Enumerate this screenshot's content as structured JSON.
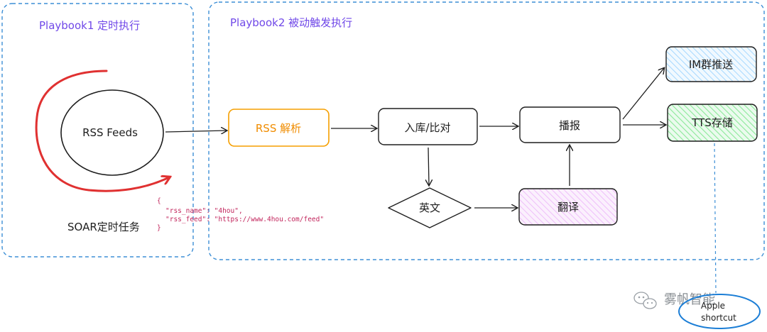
{
  "panels": {
    "playbook1": {
      "title": "Playbook1 定时执行"
    },
    "playbook2": {
      "title": "Playbook2 被动触发执行"
    }
  },
  "nodes": {
    "rss_feeds": "RSS Feeds",
    "soar_task": "SOAR定时任务",
    "rss_parse": "RSS 解析",
    "store_compare": "入库/比对",
    "broadcast": "播报",
    "english": "英文",
    "translate": "翻译",
    "im_push": "IM群推送",
    "tts_store": "TTS存储",
    "apple_shortcut_line1": "Apple",
    "apple_shortcut_line2": "shortcut"
  },
  "json_snippet": {
    "open": "{",
    "line1_key": "\"rss_name\":",
    "line1_value": " \"4hou\",",
    "line2_key": "\"rss_feed\":",
    "line2_value": " \"https://www.4hou.com/feed\"",
    "close": "}"
  },
  "watermark": {
    "brand": "雾帆智能"
  },
  "colors": {
    "panel_border": "#3d8fd6",
    "playbook_title": "#7048e8",
    "loop_arrow": "#e03131",
    "rss_parse_border": "#f59f00",
    "rss_parse_text": "#f08c00",
    "json_key": "#c2255c",
    "json_value": "#c2255c",
    "im_fill": "#e7f5ff",
    "tts_fill": "#b2f2bb",
    "translate_fill": "#f3d9fa",
    "shortcut_ring": "#1c7ed6"
  }
}
